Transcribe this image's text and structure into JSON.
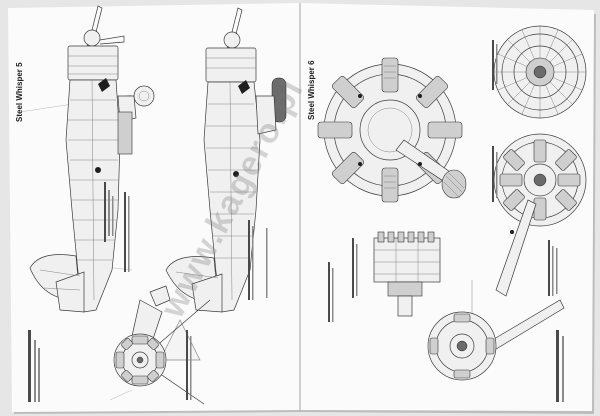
{
  "pages": [
    {
      "side": "left",
      "header": "Steel Whisper 5",
      "drawings": [
        "fighter-side-view-detailed",
        "fighter-side-view-outline",
        "propeller-hub-front-view"
      ]
    },
    {
      "side": "right",
      "header": "Steel Whisper 6",
      "drawings": [
        "radial-engine-perspective",
        "engine-front-view",
        "engine-rear-view",
        "engine-top-view-detail",
        "propeller-hub-front-view"
      ]
    }
  ],
  "watermark": "www.kagero.pl"
}
